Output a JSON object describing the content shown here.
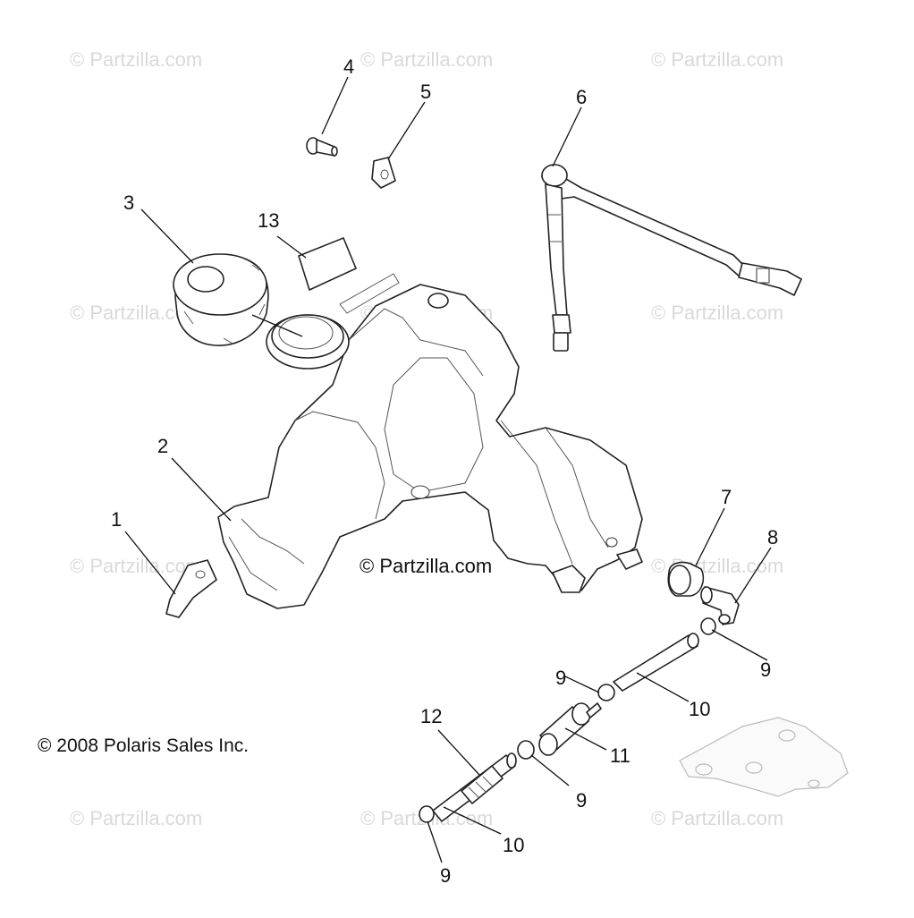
{
  "watermarks": {
    "text": "© Partzilla.com",
    "center_text": "© Partzilla.com"
  },
  "copyright": "© 2008 Polaris Sales Inc.",
  "callouts": [
    {
      "id": "c1",
      "label": "1"
    },
    {
      "id": "c2",
      "label": "2"
    },
    {
      "id": "c3",
      "label": "3"
    },
    {
      "id": "c4",
      "label": "4"
    },
    {
      "id": "c5",
      "label": "5"
    },
    {
      "id": "c6",
      "label": "6"
    },
    {
      "id": "c7",
      "label": "7"
    },
    {
      "id": "c8",
      "label": "8"
    },
    {
      "id": "c9a",
      "label": "9"
    },
    {
      "id": "c9b",
      "label": "9"
    },
    {
      "id": "c9c",
      "label": "9"
    },
    {
      "id": "c9d",
      "label": "9"
    },
    {
      "id": "c10a",
      "label": "10"
    },
    {
      "id": "c10b",
      "label": "10"
    },
    {
      "id": "c11",
      "label": "11"
    },
    {
      "id": "c12",
      "label": "12"
    },
    {
      "id": "c13",
      "label": "13"
    }
  ]
}
